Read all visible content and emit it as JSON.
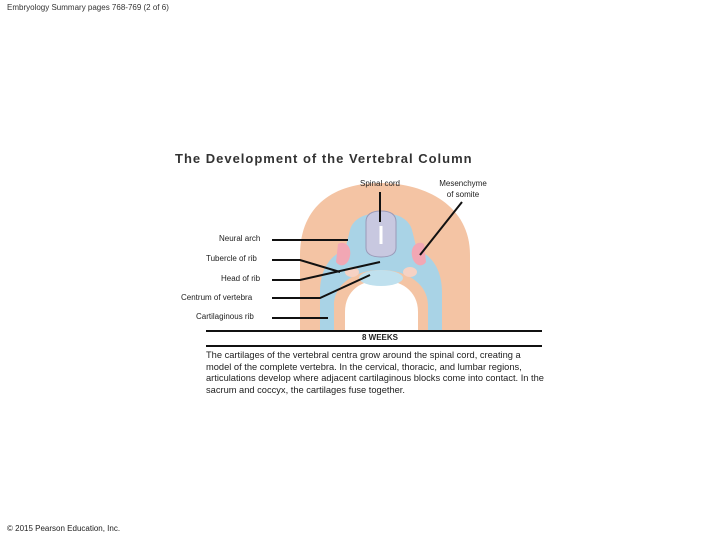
{
  "header": {
    "text": "Embryology Summary pages 768-769 (2 of 6)"
  },
  "figure": {
    "title": "The Development of the Vertebral Column",
    "labels": {
      "spinal_cord": "Spinal cord",
      "mesenchyme_line1": "Mesenchyme",
      "mesenchyme_line2": "of somite",
      "neural_arch": "Neural arch",
      "tubercle_of_rib": "Tubercle of rib",
      "head_of_rib": "Head of rib",
      "centrum": "Centrum of vertebra",
      "cartilaginous_rib": "Cartilaginous rib"
    },
    "stage": "8 WEEKS",
    "caption": "The cartilages of the vertebral centra grow around the spinal cord, creating a model of the complete vertebra. In the cervical, thoracic, and lumbar regions, articulations develop where adjacent cartilaginous blocks come into contact. In the sacrum and coccyx, the cartilages fuse together.",
    "colors": {
      "mesenchyme": "#f4c4a4",
      "cartilage": "#a9d3e6",
      "spinal_cord": "#c8c8e0",
      "somite_pink": "#f2a7b4"
    }
  },
  "footer": {
    "copyright": "© 2015 Pearson Education, Inc."
  }
}
